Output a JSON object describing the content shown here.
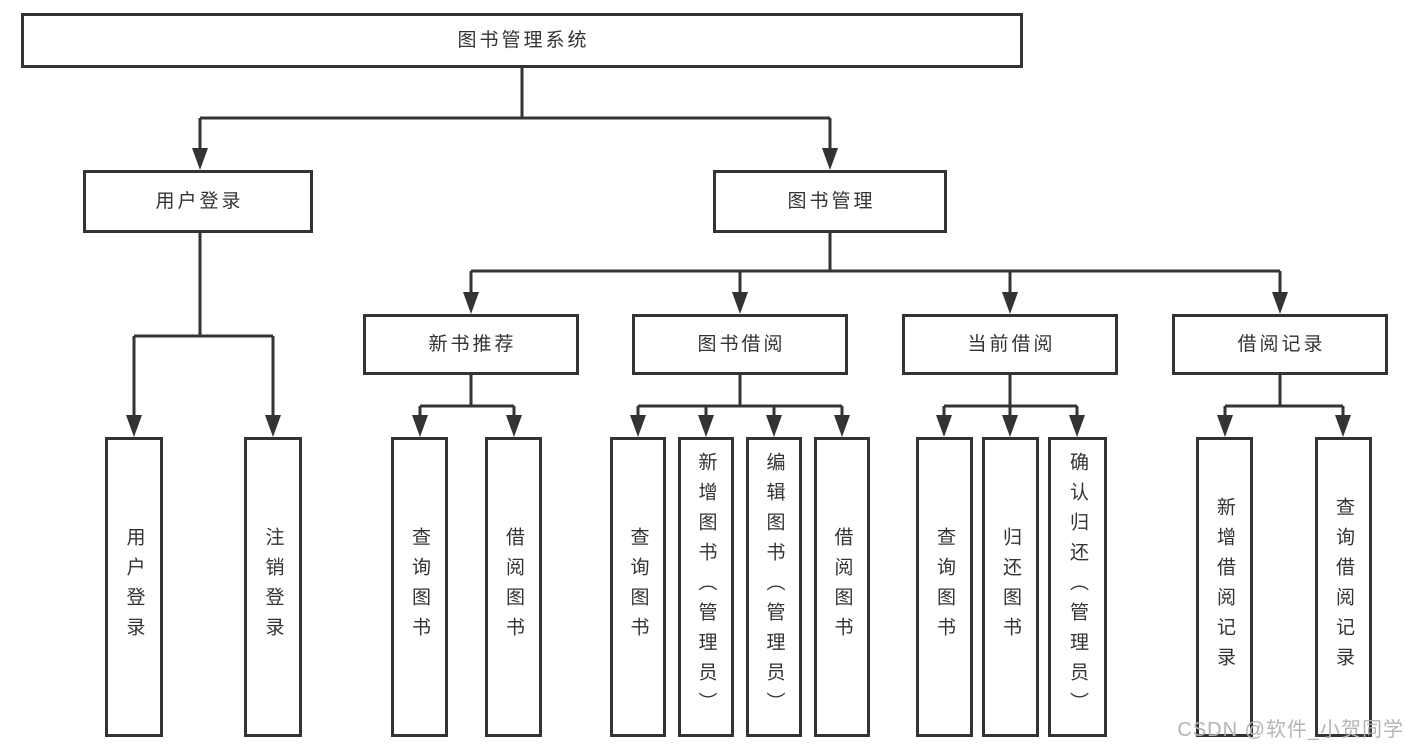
{
  "tree": {
    "root": {
      "label": "图书管理系统",
      "children": [
        {
          "label": "用户登录",
          "children": [
            {
              "label": "用户登录"
            },
            {
              "label": "注销登录"
            }
          ]
        },
        {
          "label": "图书管理",
          "children": [
            {
              "label": "新书推荐",
              "children": [
                {
                  "label": "查询图书"
                },
                {
                  "label": "借阅图书"
                }
              ]
            },
            {
              "label": "图书借阅",
              "children": [
                {
                  "label": "查询图书"
                },
                {
                  "label": "新增图书（管理员）"
                },
                {
                  "label": "编辑图书（管理员）"
                },
                {
                  "label": "借阅图书"
                }
              ]
            },
            {
              "label": "当前借阅",
              "children": [
                {
                  "label": "查询图书"
                },
                {
                  "label": "归还图书"
                },
                {
                  "label": "确认归还（管理员）"
                }
              ]
            },
            {
              "label": "借阅记录",
              "children": [
                {
                  "label": "新增借阅记录"
                },
                {
                  "label": "查询借阅记录"
                }
              ]
            }
          ]
        }
      ]
    }
  },
  "watermark": "CSDN @软件_小贺同学",
  "colors": {
    "line": "#333333",
    "text": "#333333",
    "watermark": "#b4b4b4",
    "background": "#ffffff"
  }
}
